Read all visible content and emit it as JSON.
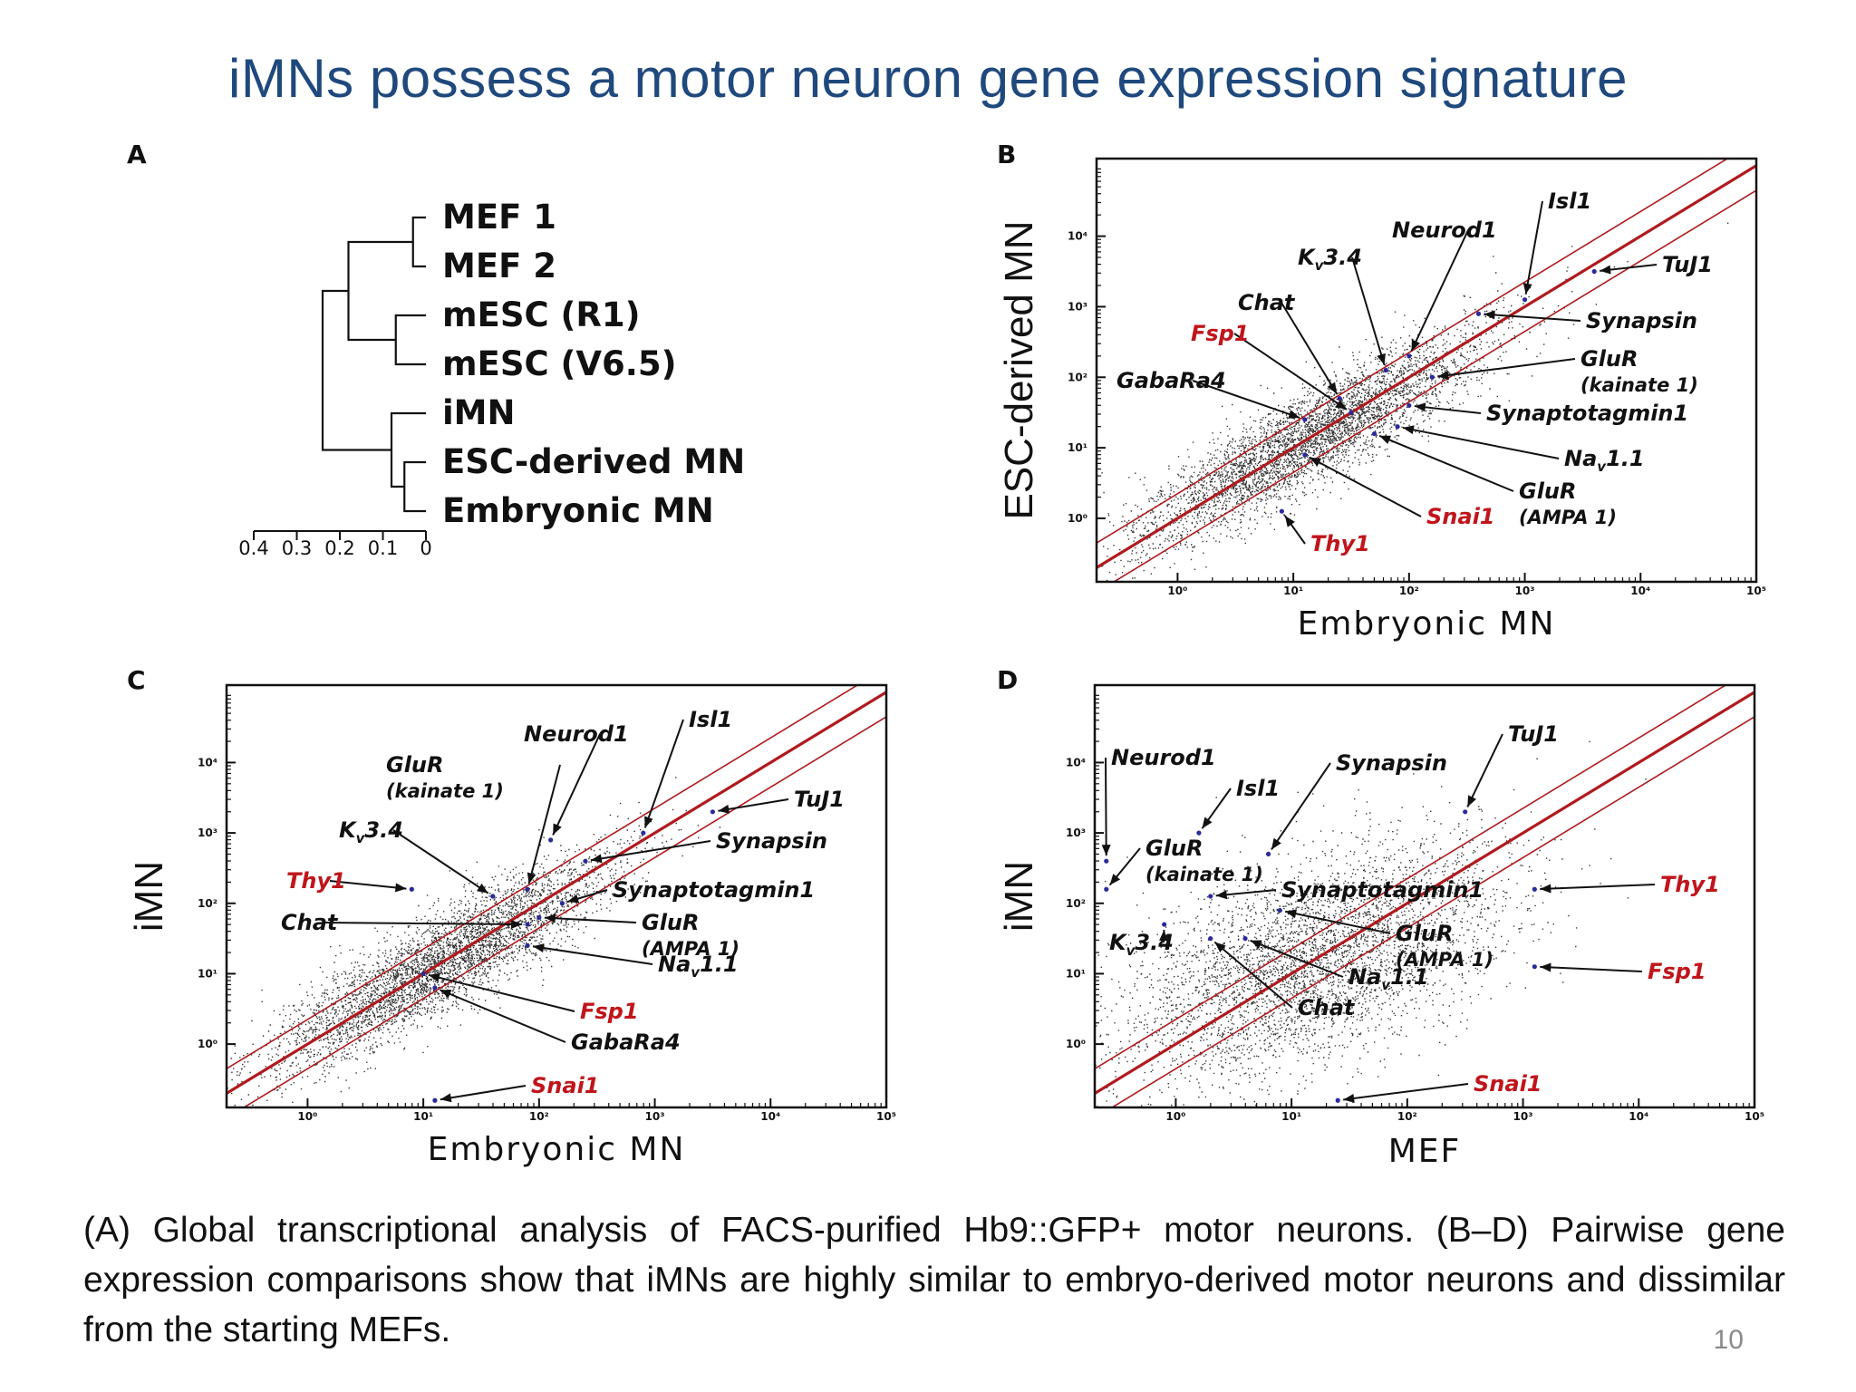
{
  "slide": {
    "title": "iMNs  possess a motor neuron gene expression signature",
    "caption": "(A) Global transcriptional analysis of FACS-purified Hb9::GFP+ motor neurons. (B–D) Pairwise gene expression comparisons show that iMNs are highly similar to embryo-derived motor neurons and dissimilar from the starting MEFs.",
    "page_number": "10"
  },
  "colors": {
    "title": "#1f497d",
    "red_gene": "#c0151b",
    "diagonal": "#b01a1e",
    "points": "#111111",
    "highlight_point": "#2a2a9a"
  },
  "chart_data": [
    {
      "panel": "A",
      "type": "dendrogram",
      "leaves": [
        "MEF 1",
        "MEF 2",
        "mESC (R1)",
        "mESC (V6.5)",
        "iMN",
        "ESC-derived MN",
        "Embryonic MN"
      ],
      "axis_ticks": [
        "0.4",
        "0.3",
        "0.2",
        "0.1",
        "0"
      ],
      "axis_range": [
        0.4,
        0
      ],
      "merges": [
        {
          "children": [
            "MEF 1",
            "MEF 2"
          ],
          "height": 0.03
        },
        {
          "children": [
            "mESC (R1)",
            "mESC (V6.5)"
          ],
          "height": 0.07
        },
        {
          "children": [
            "ESC-derived MN",
            "Embryonic MN"
          ],
          "height": 0.05
        },
        {
          "children": [
            "iMN",
            "ESC-derived MN + Embryonic MN"
          ],
          "height": 0.08
        },
        {
          "children": [
            "MEF",
            "mESC"
          ],
          "height": 0.18
        },
        {
          "children": [
            "MEF + mESC",
            "MN group"
          ],
          "height": 0.24
        }
      ]
    },
    {
      "panel": "B",
      "type": "scatter",
      "xlabel": "Embryonic MN",
      "ylabel": "ESC-derived MN",
      "log_scale": true,
      "x_ticks": [
        "10⁰",
        "10¹",
        "10²",
        "10³",
        "10⁴",
        "10⁵"
      ],
      "y_ticks": [
        "10⁰",
        "10¹",
        "10²",
        "10³",
        "10⁴"
      ],
      "xlim_log10": [
        -0.7,
        5
      ],
      "ylim_log10": [
        -0.9,
        5.1
      ],
      "spread": 0.35,
      "genes": [
        {
          "name": "Isl1",
          "x": 3.0,
          "y": 3.1,
          "red": false
        },
        {
          "name": "Neurod1",
          "x": 2.0,
          "y": 2.3,
          "red": false
        },
        {
          "name": "Kv3.4",
          "x": 1.8,
          "y": 2.1,
          "red": false
        },
        {
          "name": "TuJ1",
          "x": 3.6,
          "y": 3.5,
          "red": false
        },
        {
          "name": "Chat",
          "x": 1.4,
          "y": 1.7,
          "red": false
        },
        {
          "name": "Fsp1",
          "x": 1.5,
          "y": 1.5,
          "red": true
        },
        {
          "name": "Synapsin",
          "x": 2.6,
          "y": 2.9,
          "red": false
        },
        {
          "name": "GabaRa4",
          "x": 1.1,
          "y": 1.4,
          "red": false
        },
        {
          "name": "GluR (kainate 1)",
          "x": 2.2,
          "y": 2.0,
          "red": false
        },
        {
          "name": "Synaptotagmin1",
          "x": 2.0,
          "y": 1.6,
          "red": false
        },
        {
          "name": "Nav1.1",
          "x": 1.9,
          "y": 1.3,
          "red": false
        },
        {
          "name": "GluR (AMPA 1)",
          "x": 1.7,
          "y": 1.2,
          "red": false
        },
        {
          "name": "Snai1",
          "x": 1.1,
          "y": 0.9,
          "red": true
        },
        {
          "name": "Thy1",
          "x": 0.9,
          "y": 0.1,
          "red": true
        }
      ]
    },
    {
      "panel": "C",
      "type": "scatter",
      "xlabel": "Embryonic MN",
      "ylabel": "iMN",
      "log_scale": true,
      "x_ticks": [
        "10⁰",
        "10¹",
        "10²",
        "10³",
        "10⁴",
        "10⁵"
      ],
      "y_ticks": [
        "10⁰",
        "10¹",
        "10²",
        "10³",
        "10⁴"
      ],
      "xlim_log10": [
        -0.7,
        5
      ],
      "ylim_log10": [
        -0.9,
        5.1
      ],
      "spread": 0.35,
      "genes": [
        {
          "name": "Isl1",
          "x": 2.9,
          "y": 3.0,
          "red": false
        },
        {
          "name": "Neurod1",
          "x": 2.1,
          "y": 2.9,
          "red": false
        },
        {
          "name": "GluR (kainate 1)",
          "x": 1.9,
          "y": 2.2,
          "red": false
        },
        {
          "name": "TuJ1",
          "x": 3.5,
          "y": 3.3,
          "red": false
        },
        {
          "name": "Kv3.4",
          "x": 1.6,
          "y": 2.1,
          "red": false
        },
        {
          "name": "Synapsin",
          "x": 2.4,
          "y": 2.6,
          "red": false
        },
        {
          "name": "Thy1",
          "x": 0.9,
          "y": 2.2,
          "red": true
        },
        {
          "name": "Synaptotagmin1",
          "x": 2.2,
          "y": 2.0,
          "red": false
        },
        {
          "name": "Chat",
          "x": 1.9,
          "y": 1.7,
          "red": false
        },
        {
          "name": "GluR (AMPA 1)",
          "x": 2.0,
          "y": 1.8,
          "red": false
        },
        {
          "name": "Nav1.1",
          "x": 1.9,
          "y": 1.4,
          "red": false
        },
        {
          "name": "Fsp1",
          "x": 1.0,
          "y": 1.0,
          "red": true
        },
        {
          "name": "GabaRa4",
          "x": 1.1,
          "y": 0.8,
          "red": false
        },
        {
          "name": "Snai1",
          "x": 1.1,
          "y": -0.8,
          "red": true
        }
      ]
    },
    {
      "panel": "D",
      "type": "scatter",
      "xlabel": "MEF",
      "ylabel": "iMN",
      "log_scale": true,
      "x_ticks": [
        "10⁰",
        "10¹",
        "10²",
        "10³",
        "10⁴",
        "10⁵"
      ],
      "y_ticks": [
        "10⁰",
        "10¹",
        "10²",
        "10³",
        "10⁴"
      ],
      "xlim_log10": [
        -0.7,
        5
      ],
      "ylim_log10": [
        -0.9,
        5.1
      ],
      "spread": 0.8,
      "genes": [
        {
          "name": "TuJ1",
          "x": 2.5,
          "y": 3.3,
          "red": false
        },
        {
          "name": "Neurod1",
          "x": -0.6,
          "y": 2.6,
          "red": false
        },
        {
          "name": "Synapsin",
          "x": 0.8,
          "y": 2.7,
          "red": false
        },
        {
          "name": "Isl1",
          "x": 0.2,
          "y": 3.0,
          "red": false
        },
        {
          "name": "GluR (kainate 1)",
          "x": -0.6,
          "y": 2.2,
          "red": false
        },
        {
          "name": "Thy1",
          "x": 3.1,
          "y": 2.2,
          "red": true
        },
        {
          "name": "Synaptotagmin1",
          "x": 0.3,
          "y": 2.1,
          "red": false
        },
        {
          "name": "GluR (AMPA 1)",
          "x": 0.9,
          "y": 1.9,
          "red": false
        },
        {
          "name": "Kv3.4",
          "x": -0.1,
          "y": 1.7,
          "red": false
        },
        {
          "name": "Nav1.1",
          "x": 0.6,
          "y": 1.5,
          "red": false
        },
        {
          "name": "Chat",
          "x": 0.3,
          "y": 1.5,
          "red": false
        },
        {
          "name": "Fsp1",
          "x": 3.1,
          "y": 1.1,
          "red": true
        },
        {
          "name": "Snai1",
          "x": 1.4,
          "y": -0.8,
          "red": true
        }
      ]
    }
  ]
}
